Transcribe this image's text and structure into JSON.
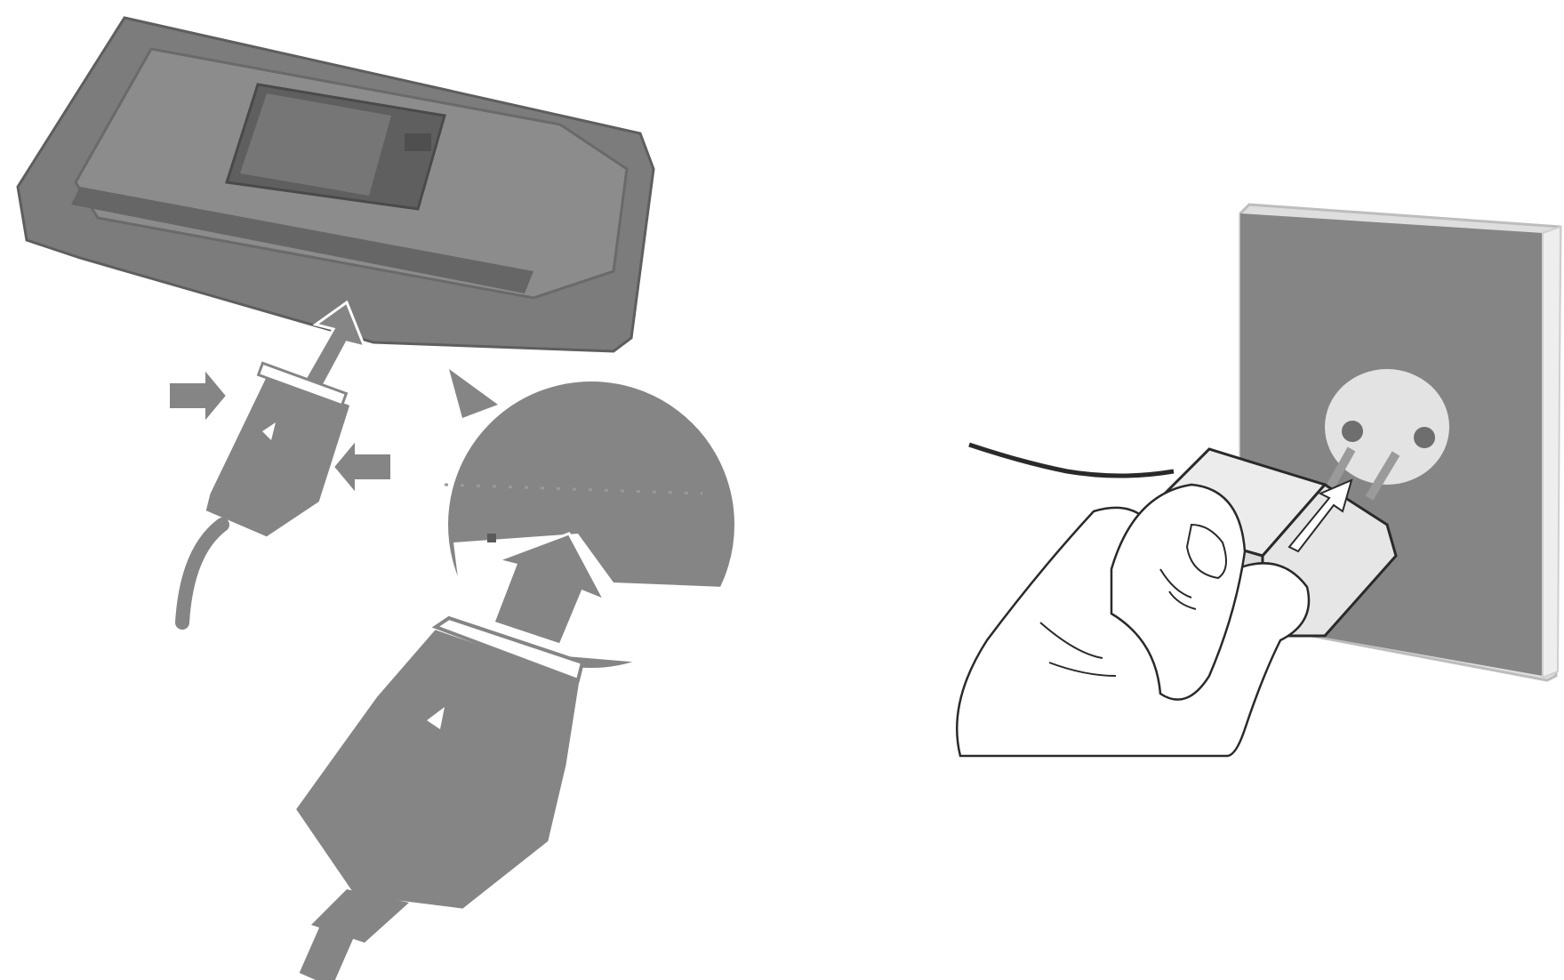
{
  "image": {
    "kind": "instruction-illustration",
    "panels": [
      {
        "id": "left",
        "subject": "phone-and-charger-connector",
        "icons": [
          "flip-phone",
          "charger-connector",
          "insert-arrow",
          "squeeze-arrow",
          "magnifier-circle"
        ]
      },
      {
        "id": "right",
        "subject": "adapter-into-wall-outlet",
        "icons": [
          "wall-socket",
          "hand",
          "adapter-plug"
        ]
      }
    ],
    "colors": {
      "background": "#ffffff",
      "main_gray": "#858585",
      "dark_gray": "#6e6e6e",
      "light_gray": "#a9a9a9",
      "line": "#2a2a2a",
      "screen": "#5a5a5a"
    }
  }
}
